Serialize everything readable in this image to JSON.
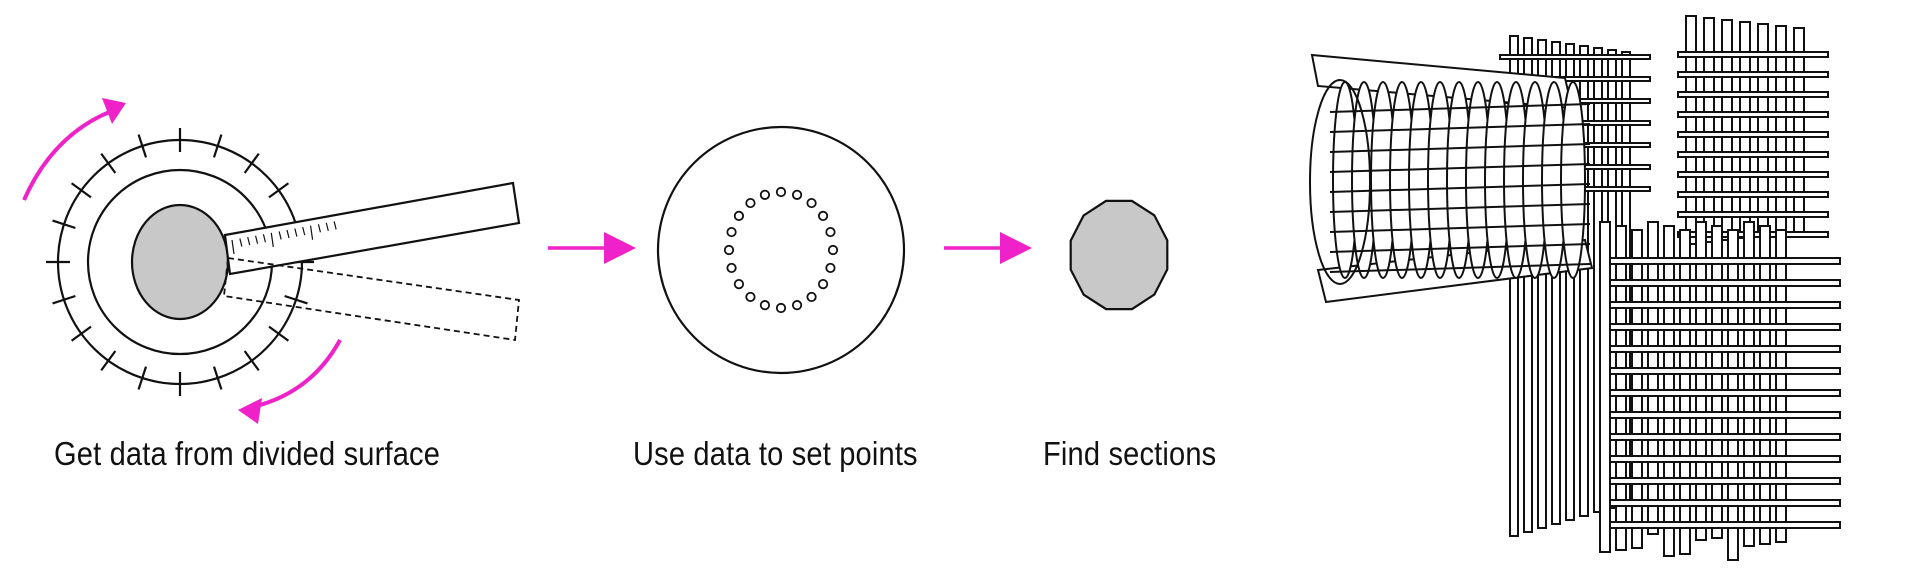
{
  "steps": [
    {
      "caption": "Get data from divided surface"
    },
    {
      "caption": "Use data to set points"
    },
    {
      "caption": "Find sections"
    }
  ],
  "colors": {
    "arrow": "#ee22c8",
    "fill": "#c8c8c8",
    "stroke": "#111111"
  },
  "points_count": 20
}
